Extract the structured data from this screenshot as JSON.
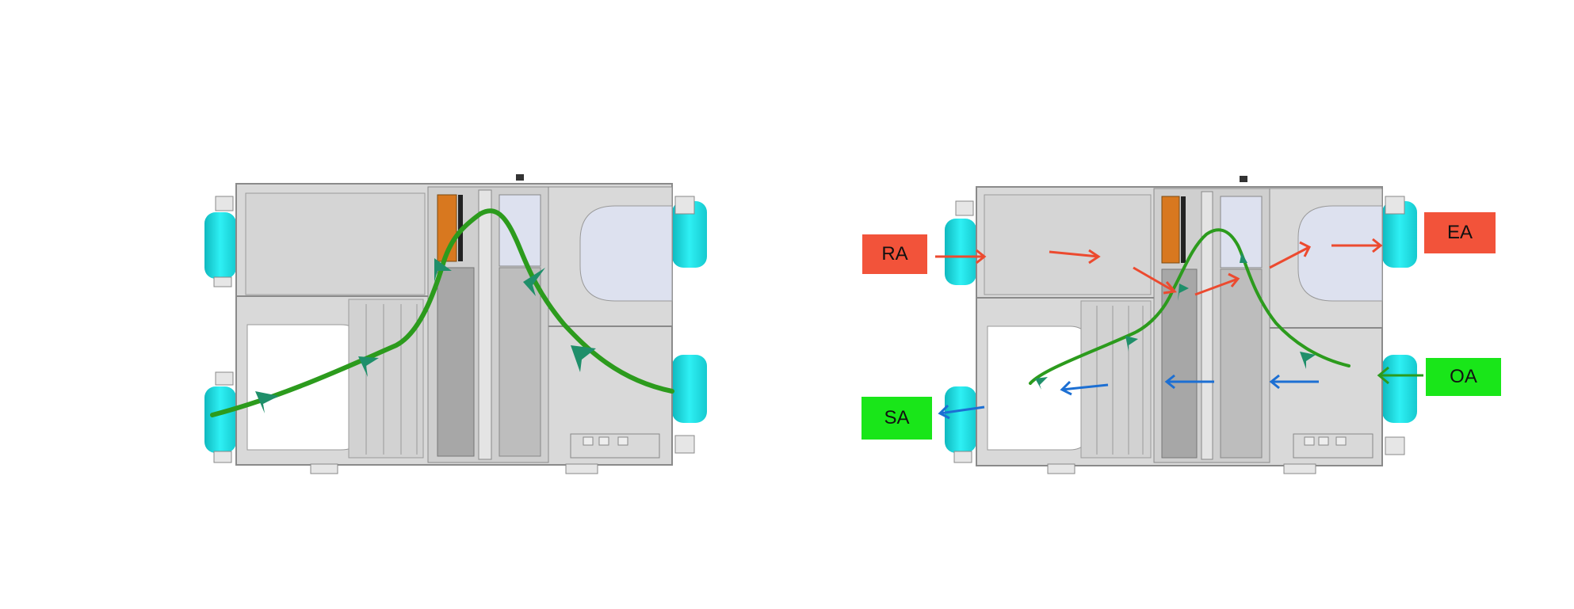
{
  "labels": {
    "ra": "RA",
    "ea": "EA",
    "sa": "SA",
    "oa": "OA"
  },
  "colors": {
    "exhaust_label": "#f2533a",
    "supply_label": "#19e619",
    "exhaust_arrow": "#ec4a2f",
    "supply_arrow": "#1c6fd3",
    "bypass_curve": "#2c9b1d",
    "bypass_arrowhead": "#1f8f6a",
    "duct_collar": "#1fd8dd",
    "housing": "#d9d9d9",
    "housing_dark": "#a9a9a9",
    "panel_window": "#dde1ef",
    "filter_orange": "#d8781f"
  }
}
